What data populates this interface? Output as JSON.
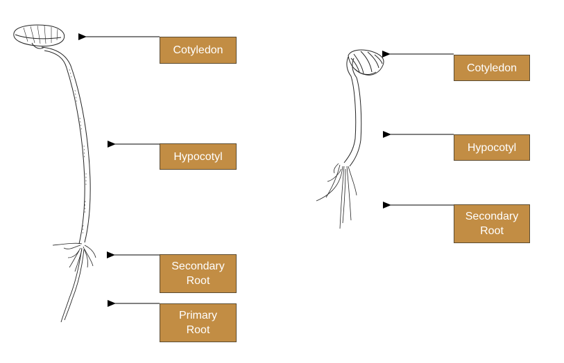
{
  "left_seedling": {
    "labels": [
      {
        "id": "cotyledon",
        "text": "Cotyledon"
      },
      {
        "id": "hypocotyl",
        "text": "Hypocotyl"
      },
      {
        "id": "secondary-root",
        "text": "Secondary\nRoot"
      },
      {
        "id": "primary-root",
        "text": "Primary\nRoot"
      }
    ]
  },
  "right_seedling": {
    "labels": [
      {
        "id": "cotyledon",
        "text": "Cotyledon"
      },
      {
        "id": "hypocotyl",
        "text": "Hypocotyl"
      },
      {
        "id": "secondary-root",
        "text": "Secondary\nRoot"
      }
    ]
  },
  "colors": {
    "label_fill": "#c28d44",
    "label_text": "#ffffff",
    "line": "#000000"
  }
}
